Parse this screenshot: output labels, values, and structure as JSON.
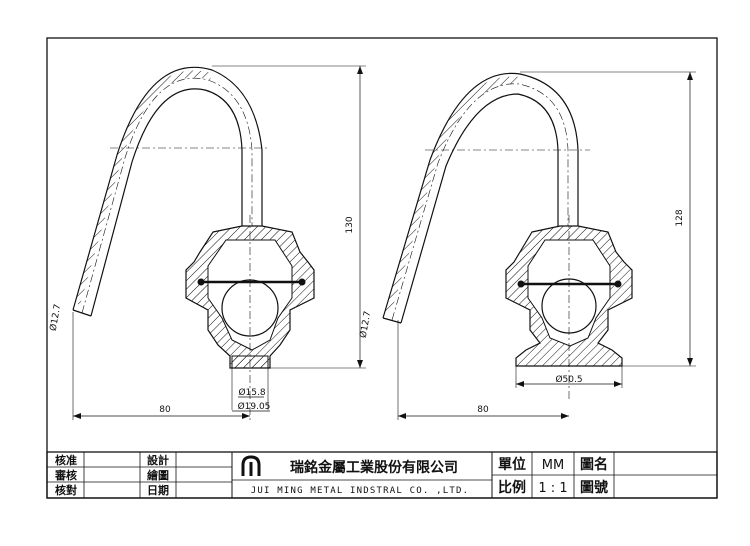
{
  "views": {
    "left": {
      "height_dim": "130",
      "width_dim": "80",
      "pipe_dia": "Ø12.7",
      "outlet_inner_dia": "Ø15.8",
      "outlet_outer_dia": "Ø19.05"
    },
    "right": {
      "height_dim": "128",
      "width_dim": "80",
      "pipe_dia": "Ø12.7",
      "flange_dia": "Ø50.5"
    }
  },
  "title_block": {
    "row1": {
      "label_a": "核准",
      "label_b": "設計"
    },
    "row2": {
      "label_a": "審核",
      "label_b": "繪圖"
    },
    "row3": {
      "label_a": "核對",
      "label_b": "日期"
    },
    "company_name_cn": "瑞銘金屬工業股份有限公司",
    "company_name_en": "JUI  MING  METAL  INDSTRAL  CO. ,LTD.",
    "unit_label": "單位",
    "unit_value": "MM",
    "scale_label": "比例",
    "scale_value": "1 : 1",
    "drawing_name_label": "圖名",
    "drawing_no_label": "圖號"
  }
}
